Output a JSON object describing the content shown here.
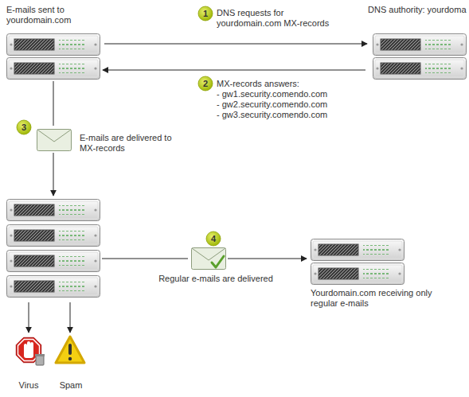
{
  "diagram": {
    "nodes": [
      {
        "text": [
          "E-mails sent to yourdomain.com"
        ]
      },
      {
        "text": [
          "DNS authority: yourdoma"
        ]
      },
      {
        "text": [
          "Virus"
        ]
      },
      {
        "text": [
          "Spam"
        ]
      },
      {
        "text": [
          "Yourdomain.com receiving only regular e-mails"
        ]
      }
    ],
    "edges": [
      {
        "from": 0,
        "to": 1,
        "arrow": "to"
      },
      {
        "from": 1,
        "to": 0,
        "arrow": "to"
      }
    ],
    "labels": [
      "1",
      "DNS requests for yourdomain.com MX-records",
      "2",
      "MX-records answers:",
      "- gw1.security.comendo.com",
      "- gw2.security.comendo.com",
      "- gw3.security.comendo.com",
      "3",
      "E-mails are delivered to MX-records",
      "4",
      "Regular e-mails are delivered"
    ]
  }
}
